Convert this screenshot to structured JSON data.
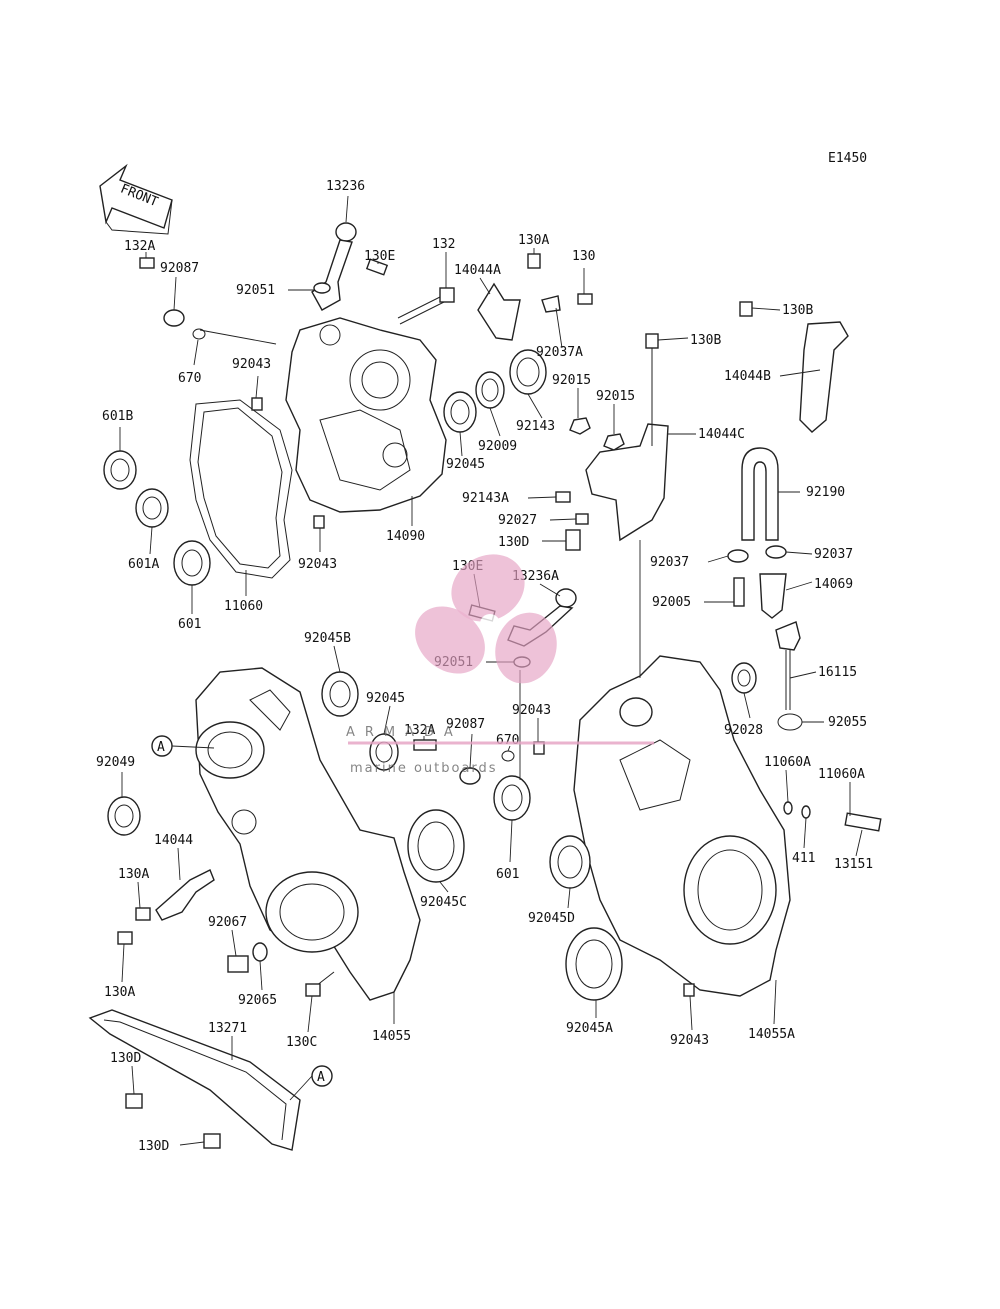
{
  "diagram_code": "E1450",
  "front_label": "FRONT",
  "callouts": [
    {
      "id": "13236",
      "text": "13236"
    },
    {
      "id": "132A-top",
      "text": "132A"
    },
    {
      "id": "92087-top",
      "text": "92087"
    },
    {
      "id": "130E-top",
      "text": "130E"
    },
    {
      "id": "132",
      "text": "132"
    },
    {
      "id": "130A-top",
      "text": "130A"
    },
    {
      "id": "130",
      "text": "130"
    },
    {
      "id": "92051-top",
      "text": "92051"
    },
    {
      "id": "14044A",
      "text": "14044A"
    },
    {
      "id": "92037A",
      "text": "92037A"
    },
    {
      "id": "670-top",
      "text": "670"
    },
    {
      "id": "92043-top",
      "text": "92043"
    },
    {
      "id": "601B",
      "text": "601B"
    },
    {
      "id": "92015-a",
      "text": "92015"
    },
    {
      "id": "92015-b",
      "text": "92015"
    },
    {
      "id": "92143",
      "text": "92143"
    },
    {
      "id": "92009",
      "text": "92009"
    },
    {
      "id": "92045-top",
      "text": "92045"
    },
    {
      "id": "130B-a",
      "text": "130B"
    },
    {
      "id": "130B-b",
      "text": "130B"
    },
    {
      "id": "14044B",
      "text": "14044B"
    },
    {
      "id": "14044C",
      "text": "14044C"
    },
    {
      "id": "601A",
      "text": "601A"
    },
    {
      "id": "601-top",
      "text": "601"
    },
    {
      "id": "11060",
      "text": "11060"
    },
    {
      "id": "92043-mid",
      "text": "92043"
    },
    {
      "id": "14090",
      "text": "14090"
    },
    {
      "id": "92143A",
      "text": "92143A"
    },
    {
      "id": "92027",
      "text": "92027"
    },
    {
      "id": "130D-mid",
      "text": "130D"
    },
    {
      "id": "92190",
      "text": "92190"
    },
    {
      "id": "92037-a",
      "text": "92037"
    },
    {
      "id": "92037-b",
      "text": "92037"
    },
    {
      "id": "14069",
      "text": "14069"
    },
    {
      "id": "130E-mid",
      "text": "130E"
    },
    {
      "id": "13236A",
      "text": "13236A"
    },
    {
      "id": "92005",
      "text": "92005"
    },
    {
      "id": "92045B",
      "text": "92045B"
    },
    {
      "id": "92051-mid",
      "text": "92051"
    },
    {
      "id": "16115",
      "text": "16115"
    },
    {
      "id": "92045-mid",
      "text": "92045"
    },
    {
      "id": "92043-center",
      "text": "92043"
    },
    {
      "id": "92028",
      "text": "92028"
    },
    {
      "id": "92055",
      "text": "92055"
    },
    {
      "id": "132A-mid",
      "text": "132A"
    },
    {
      "id": "92087-mid",
      "text": "92087"
    },
    {
      "id": "670-mid",
      "text": "670"
    },
    {
      "id": "92049",
      "text": "92049"
    },
    {
      "id": "11060A-a",
      "text": "11060A"
    },
    {
      "id": "11060A-b",
      "text": "11060A"
    },
    {
      "id": "14044",
      "text": "14044"
    },
    {
      "id": "601-mid",
      "text": "601"
    },
    {
      "id": "411",
      "text": "411"
    },
    {
      "id": "13151",
      "text": "13151"
    },
    {
      "id": "130A-left",
      "text": "130A"
    },
    {
      "id": "92045C",
      "text": "92045C"
    },
    {
      "id": "92045D",
      "text": "92045D"
    },
    {
      "id": "92067",
      "text": "92067"
    },
    {
      "id": "130A-bottom",
      "text": "130A"
    },
    {
      "id": "92065",
      "text": "92065"
    },
    {
      "id": "130C",
      "text": "130C"
    },
    {
      "id": "14055",
      "text": "14055"
    },
    {
      "id": "92045A",
      "text": "92045A"
    },
    {
      "id": "92043-bottom",
      "text": "92043"
    },
    {
      "id": "14055A",
      "text": "14055A"
    },
    {
      "id": "13271",
      "text": "13271"
    },
    {
      "id": "130D-bottom-a",
      "text": "130D"
    },
    {
      "id": "130D-bottom-b",
      "text": "130D"
    }
  ],
  "reference_markers": [
    {
      "id": "A-left",
      "text": "A"
    },
    {
      "id": "A-bottom",
      "text": "A"
    }
  ],
  "watermark": {
    "brand": "ARMADA",
    "tagline": "marine outboards",
    "accent_color": "#e6a3c4"
  }
}
